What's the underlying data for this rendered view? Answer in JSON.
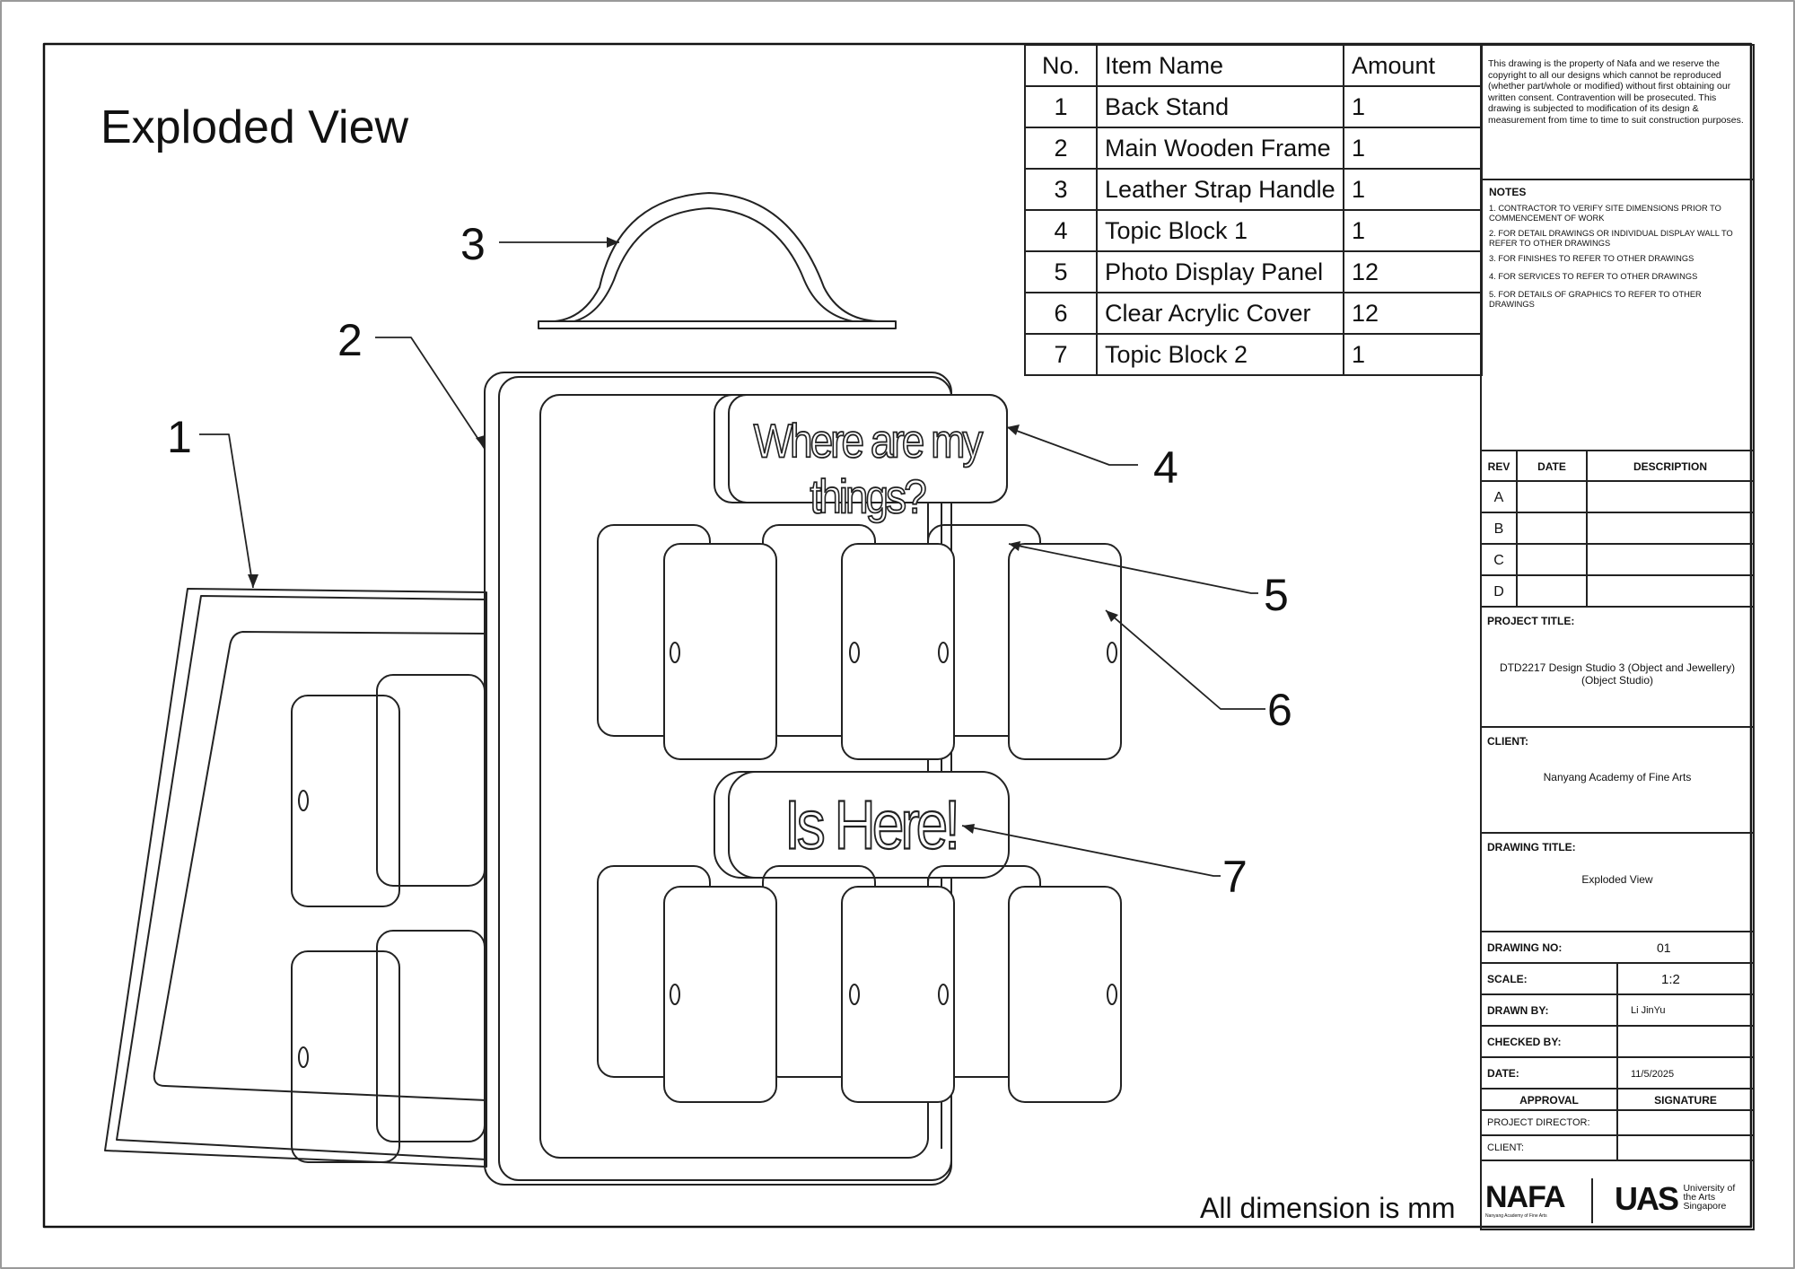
{
  "drawing": {
    "view_title": "Exploded View",
    "dimension_note": "All dimension is mm",
    "callouts": [
      "1",
      "2",
      "3",
      "4",
      "5",
      "6",
      "7"
    ],
    "block_1_text": "Where are my things?",
    "block_2_text": "Is Here!"
  },
  "parts_table": {
    "headers": [
      "No.",
      "Item Name",
      "Amount"
    ],
    "rows": [
      {
        "no": "1",
        "name": "Back Stand",
        "amount": "1"
      },
      {
        "no": "2",
        "name": "Main Wooden Frame",
        "amount": "1"
      },
      {
        "no": "3",
        "name": "Leather Strap Handle",
        "amount": "1"
      },
      {
        "no": "4",
        "name": "Topic Block 1",
        "amount": "1"
      },
      {
        "no": "5",
        "name": "Photo Display Panel",
        "amount": "12"
      },
      {
        "no": "6",
        "name": "Clear Acrylic Cover",
        "amount": "12"
      },
      {
        "no": "7",
        "name": "Topic Block 2",
        "amount": "1"
      }
    ]
  },
  "title_block": {
    "copyright": "This drawing is the property of Nafa and we reserve the copyright to all our designs which cannot be reproduced (whether part/whole or modified) without first obtaining our written consent. Contravention will be prosecuted. This drawing is subjected to modification of its design & measurement from time to time to suit construction purposes.",
    "notes_label": "NOTES",
    "notes": [
      "1.  CONTRACTOR TO VERIFY SITE DIMENSIONS PRIOR TO COMMENCEMENT OF WORK",
      "2.  FOR DETAIL DRAWINGS OR INDIVIDUAL DISPLAY  WALL TO REFER TO OTHER DRAWINGS",
      "3.  FOR FINISHES TO REFER TO OTHER DRAWINGS",
      "4.  FOR SERVICES TO REFER TO OTHER DRAWINGS",
      "5.  FOR DETAILS OF GRAPHICS TO REFER TO OTHER DRAWINGS"
    ],
    "rev_headers": [
      "REV",
      "DATE",
      "DESCRIPTION"
    ],
    "revs": [
      "A",
      "B",
      "C",
      "D"
    ],
    "project_title_label": "PROJECT TITLE:",
    "project_title": "DTD2217 Design Studio 3 (Object and Jewellery) (Object Studio)",
    "client_label": "CLIENT:",
    "client": "Nanyang Academy of Fine Arts",
    "drawing_title_label": "DRAWING TITLE:",
    "drawing_title": "Exploded View",
    "drawing_no_label": "DRAWING NO:",
    "drawing_no": "01",
    "scale_label": "SCALE:",
    "scale": "1:2",
    "drawn_by_label": "DRAWN BY:",
    "drawn_by": "Li JinYu",
    "checked_by_label": "CHECKED BY:",
    "checked_by": "",
    "date_label": "DATE:",
    "date": "11/5/2025",
    "approval_label": "APPROVAL",
    "signature_label": "SIGNATURE",
    "project_director_label": "PROJECT DIRECTOR:",
    "client_sign_label": "CLIENT:",
    "logo_nafa": "NAFA",
    "logo_nafa_sub": "Nanyang Academy of Fine Arts",
    "logo_uas": "UAS",
    "logo_uas_sub": "University of the Arts Singapore"
  }
}
